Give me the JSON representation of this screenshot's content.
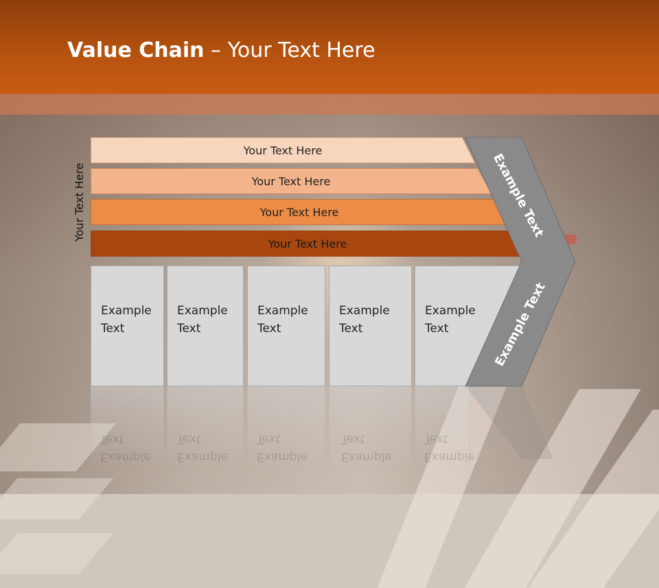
{
  "title": {
    "bold": "Value Chain",
    "rest": " – Your Text Here"
  },
  "side_label": "Your Text Here",
  "bars": [
    "Your Text Here",
    "Your Text Here",
    "Your Text Here",
    "Your Text Here"
  ],
  "columns": [
    {
      "line1": "Example",
      "line2": "Text"
    },
    {
      "line1": "Example",
      "line2": "Text"
    },
    {
      "line1": "Example",
      "line2": "Text"
    },
    {
      "line1": "Example",
      "line2": "Text"
    },
    {
      "line1": "Example",
      "line2": "Text"
    }
  ],
  "chevron": {
    "upper": "Example Text",
    "lower": "Example Text"
  },
  "colors": {
    "header": "#b4520f",
    "bar1": "#f8d5bd",
    "bar2": "#f3b48b",
    "bar3": "#ec8c47",
    "bar4": "#a9460f",
    "chevron": "#8a8a8a",
    "column": "#d8d8d8"
  }
}
